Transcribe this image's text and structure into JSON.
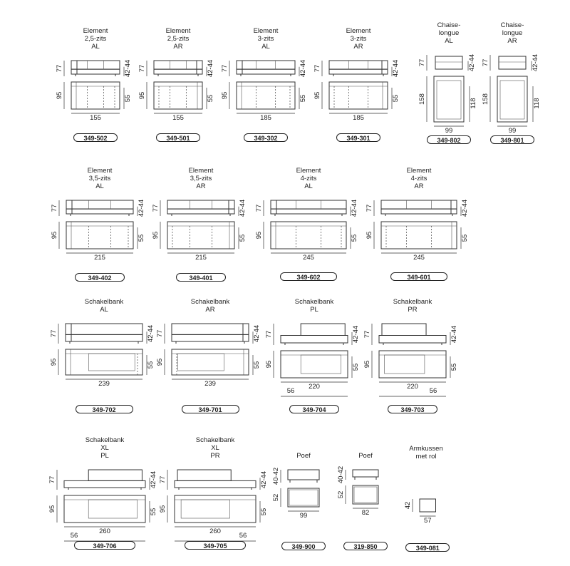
{
  "units": [
    {
      "title": [
        "Element",
        "2,5-zits",
        "AL"
      ],
      "front_label": "77",
      "back_label": "42-44",
      "depth_label": "95",
      "seat_label": "55",
      "width_label": "155",
      "code": "349-502",
      "variant": "sofa",
      "arm": "L"
    },
    {
      "title": [
        "Element",
        "2,5-zits",
        "AR"
      ],
      "front_label": "77",
      "back_label": "42-44",
      "depth_label": "95",
      "seat_label": "55",
      "width_label": "155",
      "code": "349-501",
      "variant": "sofa",
      "arm": "R"
    },
    {
      "title": [
        "Element",
        "3-zits",
        "AL"
      ],
      "front_label": "77",
      "back_label": "42-44",
      "depth_label": "95",
      "seat_label": "55",
      "width_label": "185",
      "code": "349-302",
      "variant": "sofa",
      "arm": "L"
    },
    {
      "title": [
        "Element",
        "3-zits",
        "AR"
      ],
      "front_label": "77",
      "back_label": "42-44",
      "depth_label": "95",
      "seat_label": "55",
      "width_label": "185",
      "code": "349-301",
      "variant": "sofa",
      "arm": "R"
    },
    {
      "title": [
        "Chaise-",
        "longue",
        "AL"
      ],
      "front_label": "77",
      "back_label": "42-44",
      "depth_label": "158",
      "seat_label": "118",
      "width_label": "99",
      "code": "349-802",
      "variant": "chaise",
      "arm": "L"
    },
    {
      "title": [
        "Chaise-",
        "longue",
        "AR"
      ],
      "front_label": "77",
      "back_label": "42-44",
      "depth_label": "158",
      "seat_label": "118",
      "width_label": "99",
      "code": "349-801",
      "variant": "chaise",
      "arm": "R"
    },
    {
      "title": [
        "Element",
        "3,5-zits",
        "AL"
      ],
      "front_label": "77",
      "back_label": "42-44",
      "depth_label": "95",
      "seat_label": "55",
      "width_label": "215",
      "code": "349-402",
      "variant": "sofa",
      "arm": "L"
    },
    {
      "title": [
        "Element",
        "3,5-zits",
        "AR"
      ],
      "front_label": "77",
      "back_label": "42-44",
      "depth_label": "95",
      "seat_label": "55",
      "width_label": "215",
      "code": "349-401",
      "variant": "sofa",
      "arm": "R"
    },
    {
      "title": [
        "Element",
        "4-zits",
        "AL"
      ],
      "front_label": "77",
      "back_label": "42-44",
      "depth_label": "95",
      "seat_label": "55",
      "width_label": "245",
      "code": "349-602",
      "variant": "sofa",
      "arm": "L"
    },
    {
      "title": [
        "Element",
        "4-zits",
        "AR"
      ],
      "front_label": "77",
      "back_label": "42-44",
      "depth_label": "95",
      "seat_label": "55",
      "width_label": "245",
      "code": "349-601",
      "variant": "sofa",
      "arm": "R"
    },
    {
      "title": [
        "Schakelbank",
        "AL"
      ],
      "front_label": "77",
      "back_label": "42-44",
      "depth_label": "95",
      "seat_label": "55",
      "width_label": "239",
      "code": "349-702",
      "variant": "bank",
      "arm": "L"
    },
    {
      "title": [
        "Schakelbank",
        "AR"
      ],
      "front_label": "77",
      "back_label": "42-44",
      "depth_label": "95",
      "seat_label": "55",
      "width_label": "239",
      "code": "349-701",
      "variant": "bank",
      "arm": "R"
    },
    {
      "title": [
        "Schakelbank",
        "PL"
      ],
      "front_label": "77",
      "back_label": "42-44",
      "depth_label": "95",
      "seat_label": "55",
      "width_label": "220",
      "sub_label": "56",
      "code": "349-704",
      "variant": "platform",
      "arm": "L"
    },
    {
      "title": [
        "Schakelbank",
        "PR"
      ],
      "front_label": "77",
      "back_label": "42-44",
      "depth_label": "95",
      "seat_label": "55",
      "width_label": "220",
      "sub_label": "56",
      "code": "349-703",
      "variant": "platform",
      "arm": "R"
    },
    {
      "title": [
        "Schakelbank",
        "XL",
        "PL"
      ],
      "front_label": "77",
      "back_label": "42-44",
      "depth_label": "95",
      "seat_label": "55",
      "width_label": "260",
      "sub_label": "56",
      "code": "349-706",
      "variant": "platformxl",
      "arm": "L"
    },
    {
      "title": [
        "Schakelbank",
        "XL",
        "PR"
      ],
      "front_label": "77",
      "back_label": "42-44",
      "depth_label": "95",
      "seat_label": "55",
      "width_label": "260",
      "sub_label": "56",
      "code": "349-705",
      "variant": "platformxl",
      "arm": "R"
    },
    {
      "title": [
        "Poef"
      ],
      "front_label": "40-42",
      "depth_label": "52",
      "width_label": "99",
      "code": "349-900",
      "variant": "poef99"
    },
    {
      "title": [
        "Poef"
      ],
      "front_label": "40-42",
      "depth_label": "52",
      "width_label": "82",
      "code": "319-850",
      "variant": "poef82"
    },
    {
      "title": [
        "Armkussen",
        "met rol"
      ],
      "depth_label": "42",
      "width_label": "57",
      "code": "349-081",
      "variant": "cushion"
    }
  ]
}
